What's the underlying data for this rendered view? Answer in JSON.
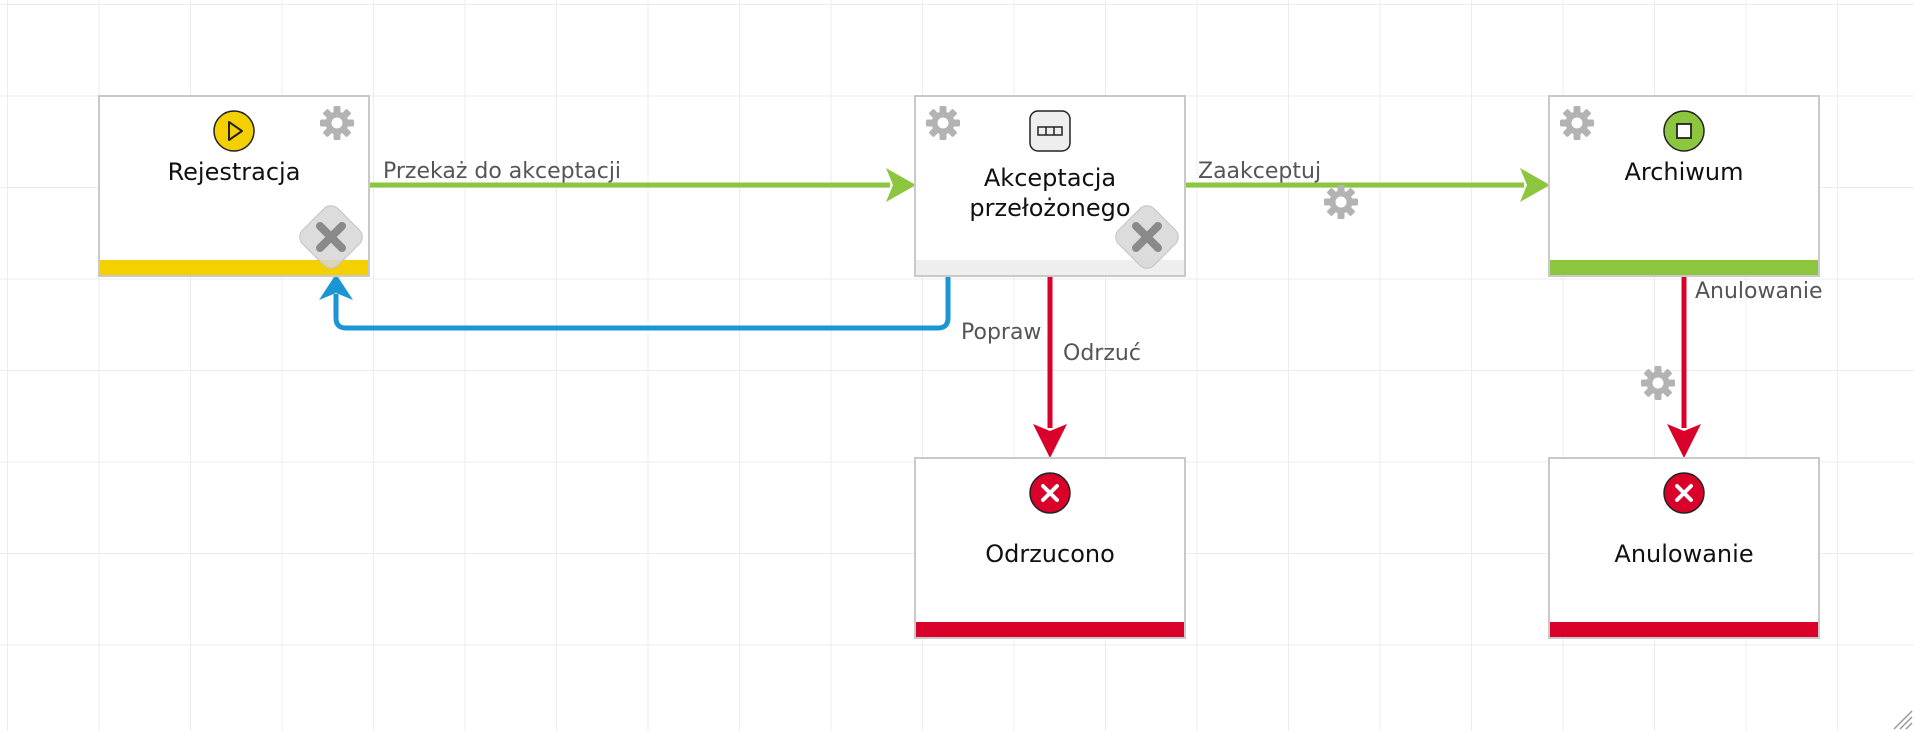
{
  "colors": {
    "start": "#f5d000",
    "end_ok": "#8cc63f",
    "end_bad": "#d9002a",
    "task_bar": "#eeeeee",
    "edge_forward": "#8cc63f",
    "edge_reject": "#d9002a",
    "edge_return": "#1a96d4",
    "gear": "#b3b3b3"
  },
  "nodes": {
    "rejestracja": {
      "title": "Rejestracja",
      "icon": "play-icon"
    },
    "akceptacja": {
      "title_line1": "Akceptacja",
      "title_line2": "przełożonego",
      "icon": "task-icon"
    },
    "archiwum": {
      "title": "Archiwum",
      "icon": "stop-icon"
    },
    "odrzucono": {
      "title": "Odrzucono",
      "icon": "cancel-icon"
    },
    "anulowanie": {
      "title": "Anulowanie",
      "icon": "cancel-icon"
    }
  },
  "transitions": {
    "przekaz": "Przekaż do akceptacji",
    "zaakceptuj": "Zaakceptuj",
    "popraw": "Popraw",
    "odrzuc": "Odrzuć",
    "anulowanie": "Anulowanie"
  }
}
